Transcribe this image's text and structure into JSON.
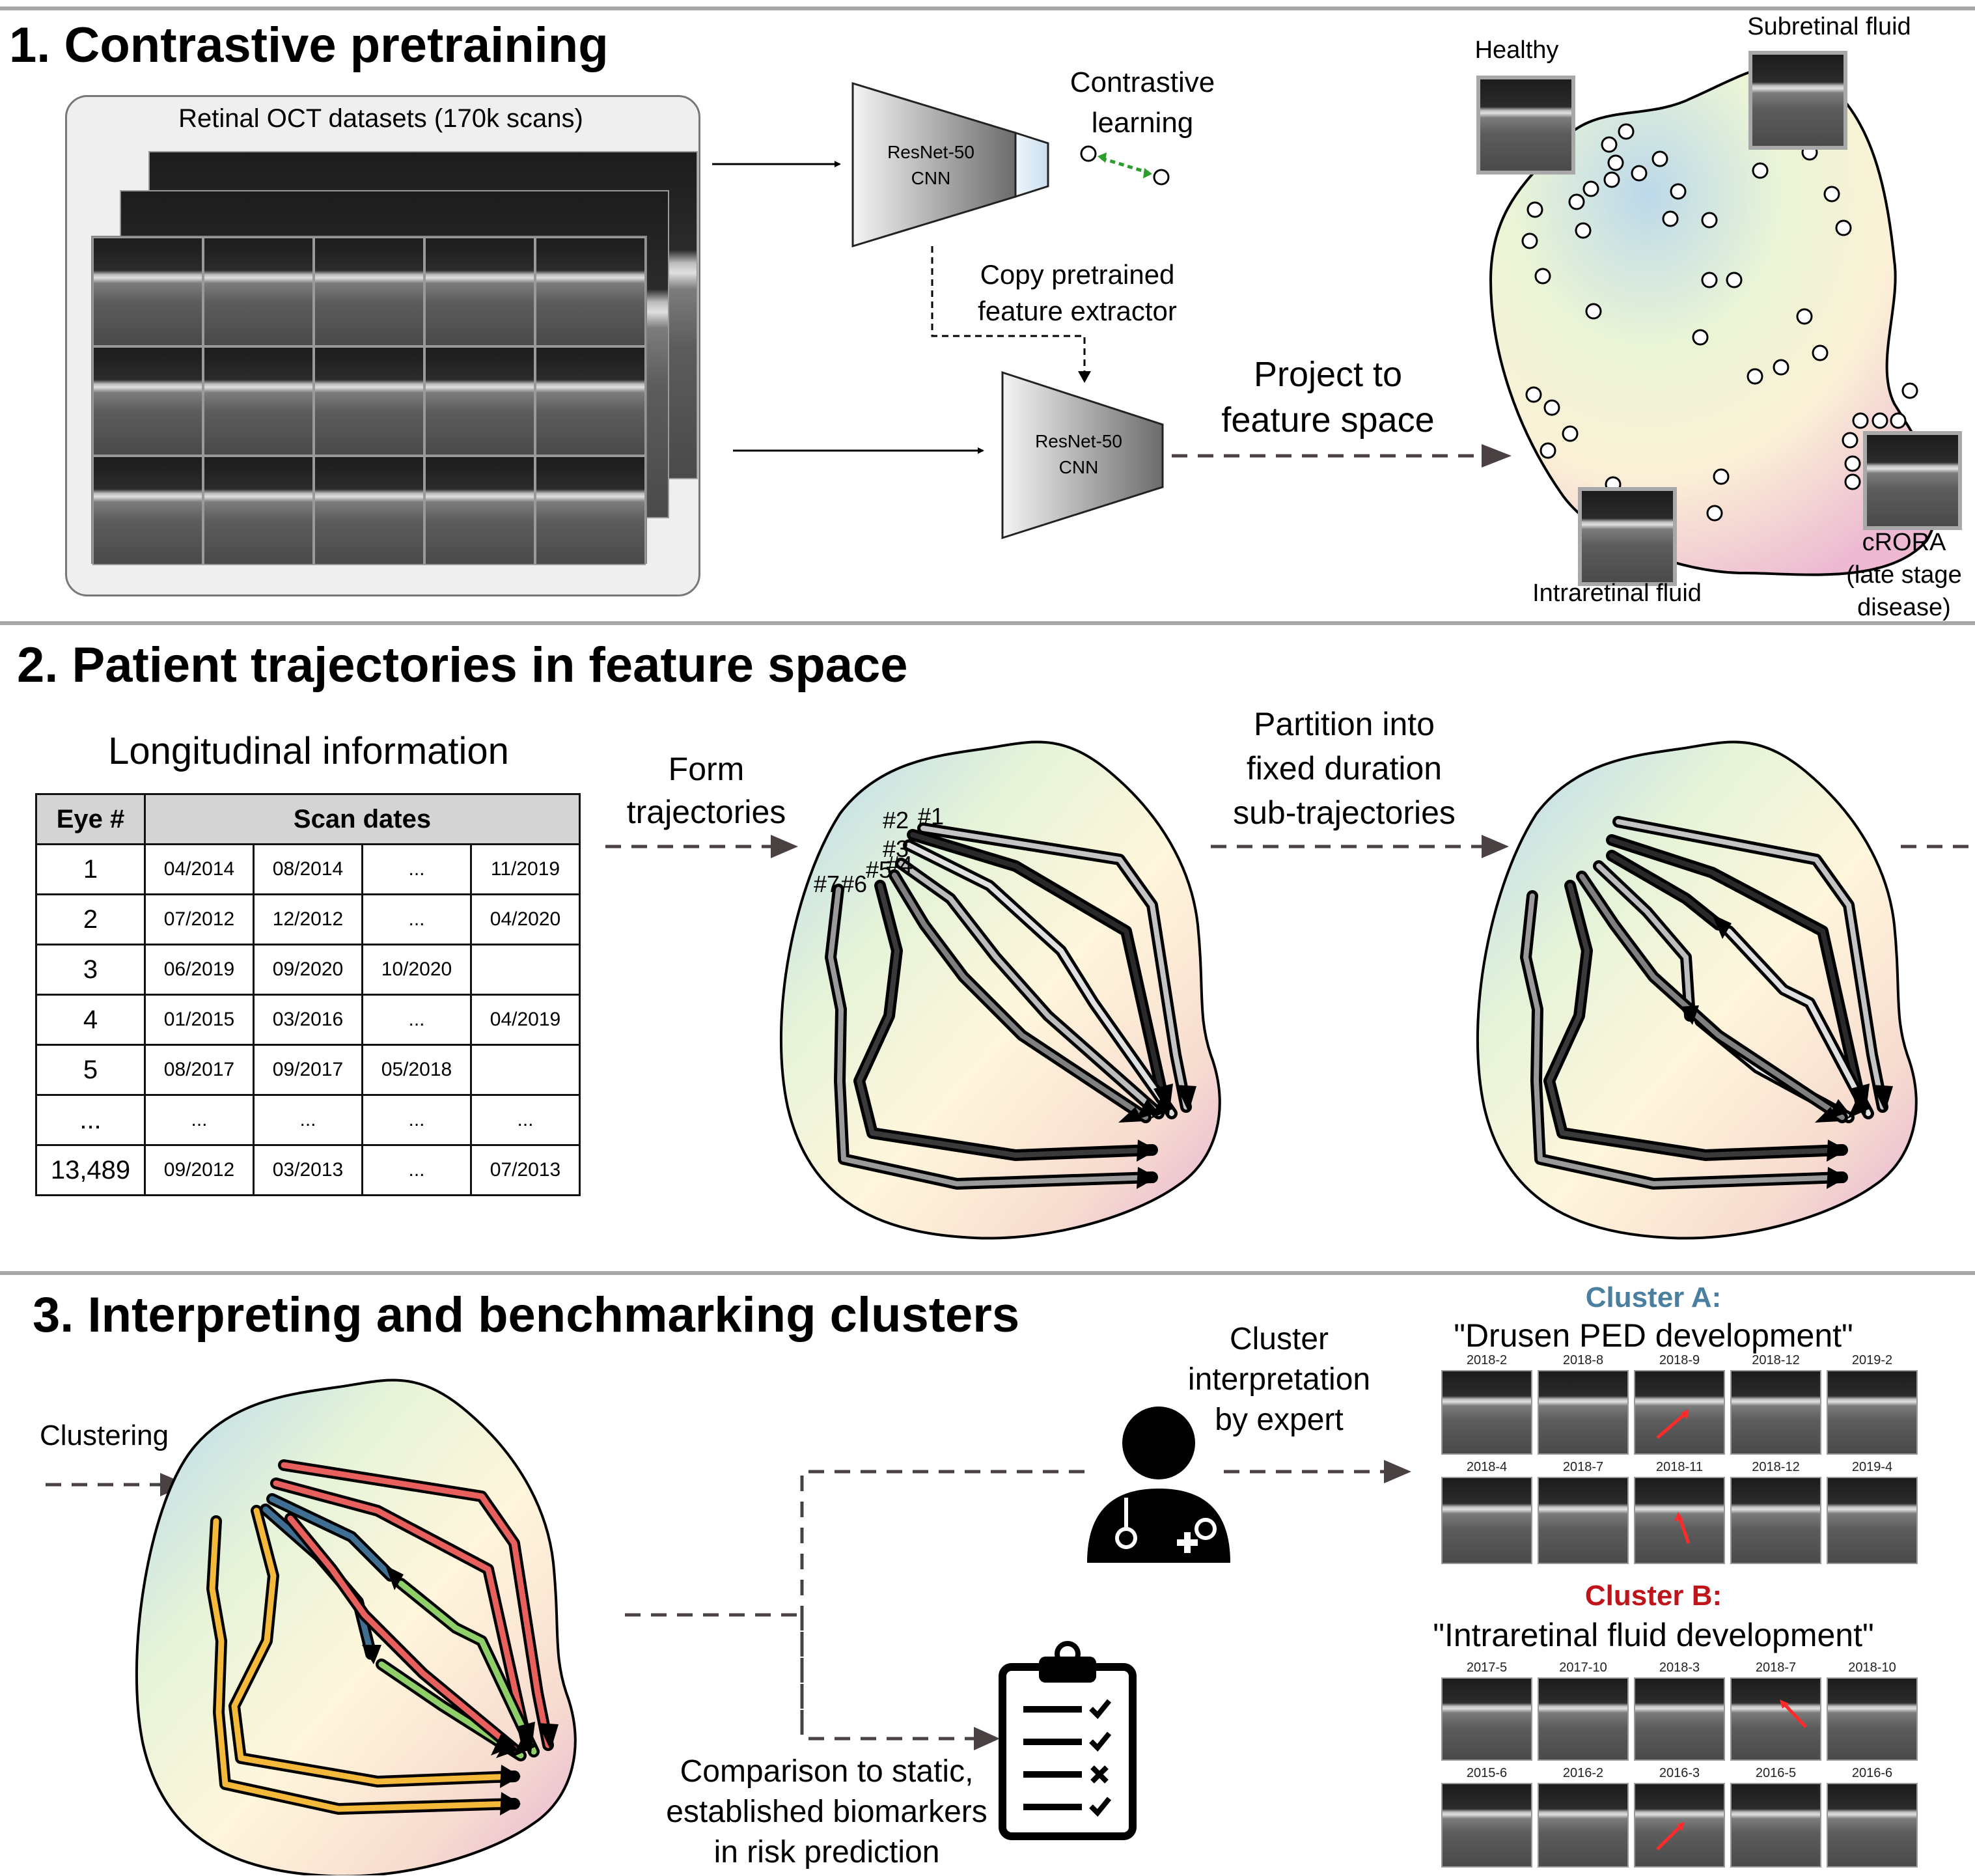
{
  "section1": {
    "title": "1. Contrastive pretraining",
    "datasets_label": "Retinal OCT datasets (170k scans)",
    "cnn_top": "ResNet-50\nCNN",
    "cnn_bottom": "ResNet-50\nCNN",
    "contrastive_label": "Contrastive\nlearning",
    "copy_label": "Copy pretrained\nfeature extractor",
    "project_label": "Project to\nfeature space",
    "feature_labels": {
      "healthy": "Healthy",
      "subretinal": "Subretinal fluid",
      "intraretinal": "Intraretinal fluid",
      "crora": "cRORA\n(late stage\ndisease)"
    }
  },
  "section2": {
    "title": "2. Patient trajectories in feature space",
    "table_title": "Longitudinal information",
    "headers": [
      "Eye #",
      "Scan dates"
    ],
    "rows": [
      [
        "1",
        "04/2014",
        "08/2014",
        "...",
        "11/2019"
      ],
      [
        "2",
        "07/2012",
        "12/2012",
        "...",
        "04/2020"
      ],
      [
        "3",
        "06/2019",
        "09/2020",
        "10/2020",
        ""
      ],
      [
        "4",
        "01/2015",
        "03/2016",
        "...",
        "04/2019"
      ],
      [
        "5",
        "08/2017",
        "09/2017",
        "05/2018",
        ""
      ],
      [
        "...",
        "...",
        "...",
        "...",
        "..."
      ],
      [
        "13,489",
        "09/2012",
        "03/2013",
        "...",
        "07/2013"
      ]
    ],
    "form_label": "Form\ntrajectories",
    "partition_label": "Partition into\nfixed duration\nsub-trajectories",
    "traj_ids": [
      "#1",
      "#2",
      "#3",
      "#4",
      "#5",
      "#6",
      "#7"
    ]
  },
  "section3": {
    "title": "3. Interpreting and benchmarking clusters",
    "clustering_label": "Clustering",
    "expert_label": "Cluster\ninterpretation\nby expert",
    "comparison_label": "Comparison to static,\nestablished biomarkers\nin risk prediction",
    "cluster_a": {
      "name": "Cluster A:",
      "desc": "\"Drusen PED development\"",
      "color": "#4a7fa0",
      "row1": [
        "2018-2",
        "2018-8",
        "2018-9",
        "2018-12",
        "2019-2"
      ],
      "row2": [
        "2018-4",
        "2018-7",
        "2018-11",
        "2018-12",
        "2019-4"
      ]
    },
    "cluster_b": {
      "name": "Cluster B:",
      "desc": "\"Intraretinal fluid development\"",
      "color": "#c0141b",
      "row1": [
        "2017-5",
        "2017-10",
        "2018-3",
        "2018-7",
        "2018-10"
      ],
      "row2": [
        "2015-6",
        "2016-2",
        "2016-3",
        "2016-5",
        "2016-6"
      ]
    }
  },
  "colors": {
    "cluster_red": "#e8605e",
    "cluster_blue": "#3f6f93",
    "cluster_green": "#8fcf6a",
    "cluster_yellow": "#f4b83a",
    "arrow_dashed": "#4a4142"
  }
}
